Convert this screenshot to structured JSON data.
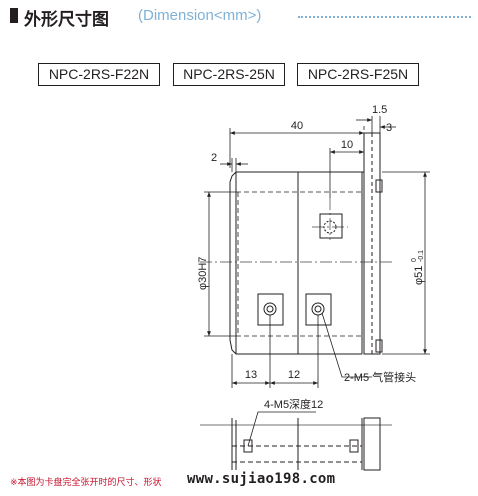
{
  "header": {
    "title_cn": "外形尺寸图",
    "title_en": "(Dimension<mm>)"
  },
  "models": [
    "NPC-2RS-F22N",
    "NPC-2RS-25N",
    "NPC-2RS-F25N"
  ],
  "dimensions": {
    "d40": "40",
    "d1_5": "1.5",
    "d3": "3",
    "d10": "10",
    "d2": "2",
    "bore": "φ30H7",
    "outer_main": "φ51",
    "outer_tol": "0",
    "outer_tol2": "-0.1",
    "d13": "13",
    "d12": "12"
  },
  "callouts": {
    "air_port": "2-M5 气管接头",
    "tap_holes": "4-M5深度12"
  },
  "footer": {
    "note": "※本图为卡盘完全张开时的尺寸、形状",
    "watermark": "www.sujiao198.com"
  },
  "colors": {
    "header_accent": "#7fb2d6",
    "note_red": "#c8102e",
    "line": "#231f20",
    "centerline": "#444444"
  }
}
